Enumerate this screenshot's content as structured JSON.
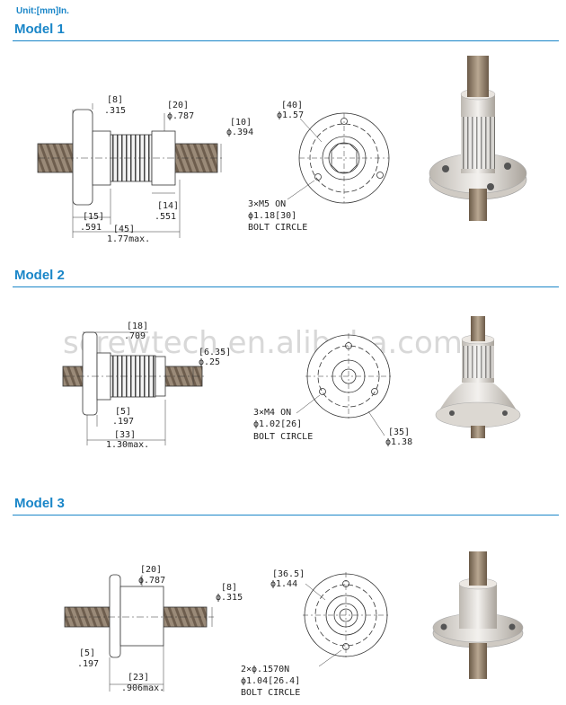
{
  "units": "Unit:[mm]In.",
  "watermark": "screwtech.en.alibaba.com",
  "sections": [
    {
      "title": "Model 1",
      "dims": {
        "flange_mm": "[8]",
        "flange_in": ".315",
        "body_mm": "[20]",
        "body_in": "ϕ.787",
        "screw_mm": "[10]",
        "screw_in": "ϕ.394",
        "body_len_mm": "[14]",
        "body_len_in": ".551",
        "flange_pos_mm": "[15]",
        "flange_pos_in": ".591",
        "total_mm": "[45]",
        "total_in": "1.77max.",
        "flange_dia_mm": "[40]",
        "flange_dia_in": "ϕ1.57",
        "holes": "3×M5 ON",
        "bolt_circle": "ϕ1.18[30]",
        "bolt_circle_label": "BOLT CIRCLE"
      }
    },
    {
      "title": "Model 2",
      "dims": {
        "flange_mm": "[18]",
        "flange_in": ".709",
        "screw_mm": "[6.35]",
        "screw_in": "ϕ.25",
        "flange_pos_mm": "[5]",
        "flange_pos_in": ".197",
        "total_mm": "[33]",
        "total_in": "1.30max.",
        "holes": "3×M4 ON",
        "bolt_circle": "ϕ1.02[26]",
        "bolt_circle_label": "BOLT CIRCLE",
        "flange_dia_mm": "[35]",
        "flange_dia_in": "ϕ1.38"
      }
    },
    {
      "title": "Model 3",
      "dims": {
        "body_mm": "[20]",
        "body_in": "ϕ.787",
        "screw_mm": "[8]",
        "screw_in": "ϕ.315",
        "flange_pos_mm": "[5]",
        "flange_pos_in": ".197",
        "total_mm": "[23]",
        "total_in": ".906max.",
        "flange_dia_mm": "[36.5]",
        "flange_dia_in": "ϕ1.44",
        "holes": "2×ϕ.1570N",
        "bolt_circle": "ϕ1.04[26.4]",
        "bolt_circle_label": "BOLT CIRCLE"
      }
    }
  ]
}
